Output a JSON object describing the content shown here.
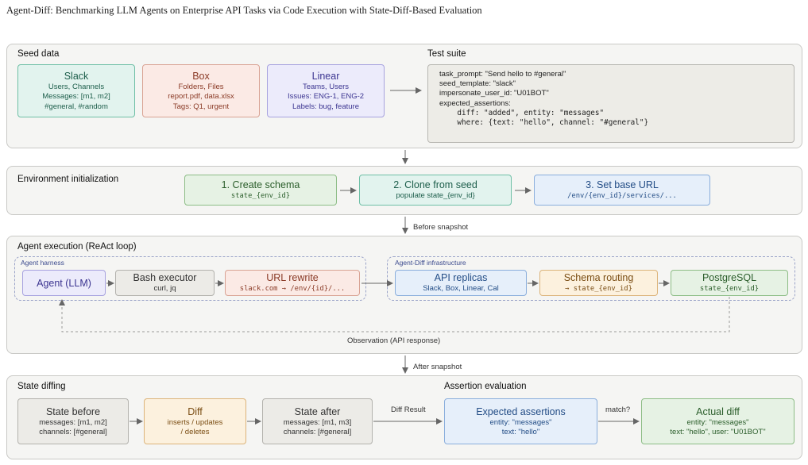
{
  "title": "Agent-Diff: Benchmarking LLM Agents on Enterprise API Tasks via Code Execution with State-Diff-Based Evaluation",
  "seed": {
    "title": "Seed data",
    "slack": {
      "title": "Slack",
      "l1": "Users, Channels",
      "l2": "Messages: [m1, m2]",
      "l3": "#general, #random"
    },
    "box": {
      "title": "Box",
      "l1": "Folders, Files",
      "l2": "report.pdf, data.xlsx",
      "l3": "Tags: Q1, urgent"
    },
    "linear": {
      "title": "Linear",
      "l1": "Teams, Users",
      "l2": "Issues: ENG-1, ENG-2",
      "l3": "Labels: bug, feature"
    }
  },
  "suite": {
    "title": "Test suite",
    "lines": [
      "task_prompt: \"Send hello to #general\"",
      "seed_template: \"slack\"",
      "impersonate_user_id: \"U01BOT\"",
      "expected_assertions:",
      "    diff: \"added\", entity: \"messages\"",
      "    where: {text: \"hello\", channel: \"#general\"}"
    ]
  },
  "env": {
    "title": "Environment initialization",
    "create": {
      "title": "1. Create schema",
      "sub": "state_{env_id}"
    },
    "clone": {
      "title": "2. Clone from seed",
      "sub": "populate state_{env_id}"
    },
    "base": {
      "title": "3. Set base URL",
      "sub": "/env/{env_id}/services/..."
    }
  },
  "before_snapshot": "Before snapshot",
  "after_snapshot": "After snapshot",
  "agent": {
    "title": "Agent execution (ReAct loop)",
    "harness_label": "Agent harness",
    "infra_label": "Agent-Diff infrastructure",
    "llm": {
      "title": "Agent (LLM)"
    },
    "bash": {
      "title": "Bash executor",
      "sub": "curl, jq"
    },
    "rewrite": {
      "title": "URL rewrite",
      "sub": "slack.com → /env/{id}/..."
    },
    "replicas": {
      "title": "API replicas",
      "sub": "Slack, Box, Linear, Cal"
    },
    "routing": {
      "title": "Schema routing",
      "sub": "→ state_{env_id}"
    },
    "postgres": {
      "title": "PostgreSQL",
      "sub": "state_{env_id}"
    },
    "observation": "Observation (API response)"
  },
  "diffing": {
    "title": "State diffing",
    "before": {
      "title": "State before",
      "l1": "messages: [m1, m2]",
      "l2": "channels: [#general]"
    },
    "diff": {
      "title": "Diff",
      "l1": "inserts / updates",
      "l2": "/ deletes"
    },
    "after": {
      "title": "State after",
      "l1": "messages: [m1, m3]",
      "l2": "channels: [#general]"
    },
    "diff_result": "Diff Result"
  },
  "assertion": {
    "title": "Assertion evaluation",
    "expected": {
      "title": "Expected assertions",
      "l1": "entity: \"messages\"",
      "l2": "text: \"hello\""
    },
    "match": "match?",
    "actual": {
      "title": "Actual diff",
      "l1": "entity: \"messages\"",
      "l2": "text: \"hello\", user: \"U01BOT\""
    }
  }
}
